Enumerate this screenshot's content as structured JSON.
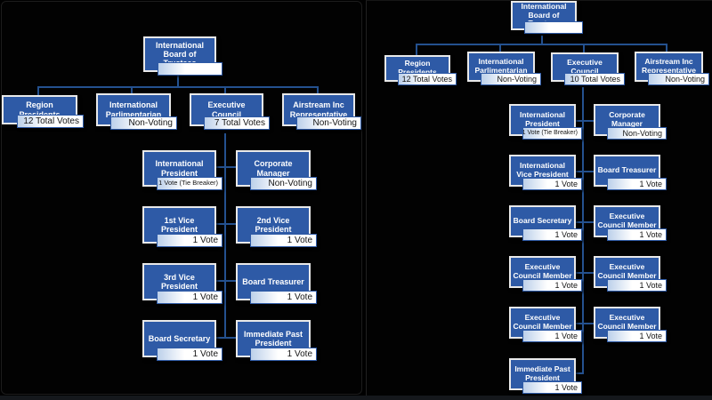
{
  "colors": {
    "background": "#000000",
    "box_fill": "#2e5aa6",
    "box_border": "#e9e9e9",
    "box_text": "#ffffff",
    "vote_strip_bg": "#ffffff",
    "vote_strip_gradient": "#bcd0ea",
    "vote_strip_border": "#2e5aa6",
    "vote_text": "#141414",
    "connector_line": "#24518f"
  },
  "charts": [
    {
      "name": "left-org-chart",
      "root": {
        "label": "International Board of Trustees",
        "vote": ""
      },
      "level2": [
        {
          "label": "Region Presidents",
          "vote": "12 Total Votes"
        },
        {
          "label": "International Parlimentarian",
          "vote": "Non-Voting"
        },
        {
          "label": "Executive Council",
          "vote": "7 Total Votes"
        },
        {
          "label": "Airstream Inc Representative",
          "vote": "Non-Voting"
        }
      ],
      "executive": {
        "left": [
          {
            "label": "International President",
            "vote": "1 Vote (Tie Breaker)"
          },
          {
            "label": "1st Vice President",
            "vote": "1 Vote"
          },
          {
            "label": "3rd Vice President",
            "vote": "1 Vote"
          },
          {
            "label": "Board Secretary",
            "vote": "1 Vote"
          }
        ],
        "right": [
          {
            "label": "Corporate Manager",
            "vote": "Non-Voting"
          },
          {
            "label": "2nd Vice President",
            "vote": "1 Vote"
          },
          {
            "label": "Board Treasurer",
            "vote": "1 Vote"
          },
          {
            "label": "Immediate Past President",
            "vote": "1 Vote"
          }
        ]
      }
    },
    {
      "name": "right-org-chart",
      "root": {
        "label": "International Board of Trustees",
        "vote": ""
      },
      "level2": [
        {
          "label": "Region Presidents",
          "vote": "12 Total Votes"
        },
        {
          "label": "International Parlimentarian",
          "vote": "Non-Voting"
        },
        {
          "label": "Executive Council",
          "vote": "10 Total Votes"
        },
        {
          "label": "Airstream Inc Representative",
          "vote": "Non-Voting"
        }
      ],
      "executive": {
        "left": [
          {
            "label": "International President",
            "vote": "1 Vote (Tie Breaker)"
          },
          {
            "label": "International Vice President",
            "vote": "1 Vote"
          },
          {
            "label": "Board Secretary",
            "vote": "1 Vote"
          },
          {
            "label": "Executive Council Member",
            "vote": "1 Vote"
          },
          {
            "label": "Executive Council Member",
            "vote": "1 Vote"
          },
          {
            "label": "Immediate Past President",
            "vote": "1 Vote"
          }
        ],
        "right": [
          {
            "label": "Corporate Manager",
            "vote": "Non-Voting"
          },
          {
            "label": "Board Treasurer",
            "vote": "1 Vote"
          },
          {
            "label": "Executive Council Member",
            "vote": "1 Vote"
          },
          {
            "label": "Executive Council Member",
            "vote": "1 Vote"
          },
          {
            "label": "Executive Council Member",
            "vote": "1 Vote"
          }
        ]
      }
    }
  ]
}
